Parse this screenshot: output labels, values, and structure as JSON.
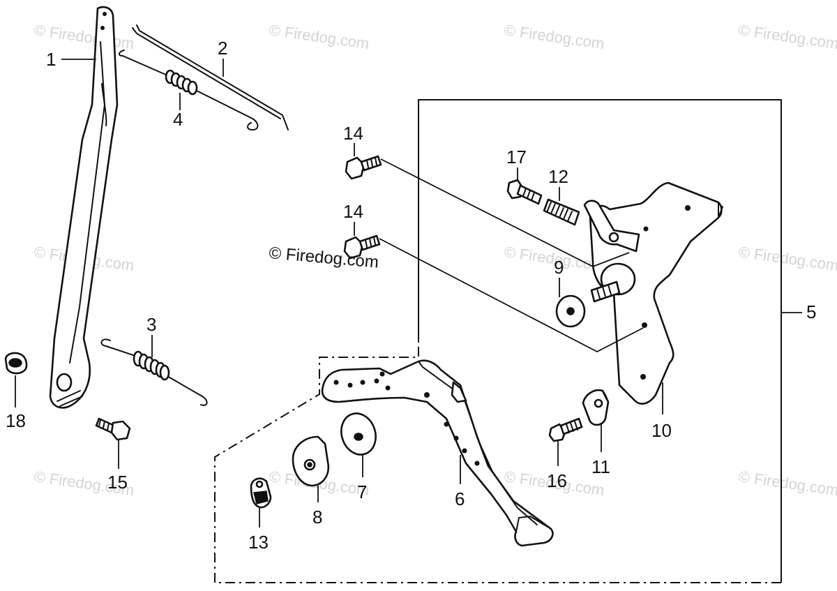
{
  "watermark_text": "© Firedog.com",
  "credit_text": "© Firedog.com",
  "callouts": {
    "c1": "1",
    "c2": "2",
    "c3": "3",
    "c4": "4",
    "c5": "5",
    "c6": "6",
    "c7": "7",
    "c8": "8",
    "c9": "9",
    "c10": "10",
    "c11": "11",
    "c12": "12",
    "c13": "13",
    "c14a": "14",
    "c14b": "14",
    "c15": "15",
    "c16": "16",
    "c17": "17",
    "c18": "18"
  }
}
